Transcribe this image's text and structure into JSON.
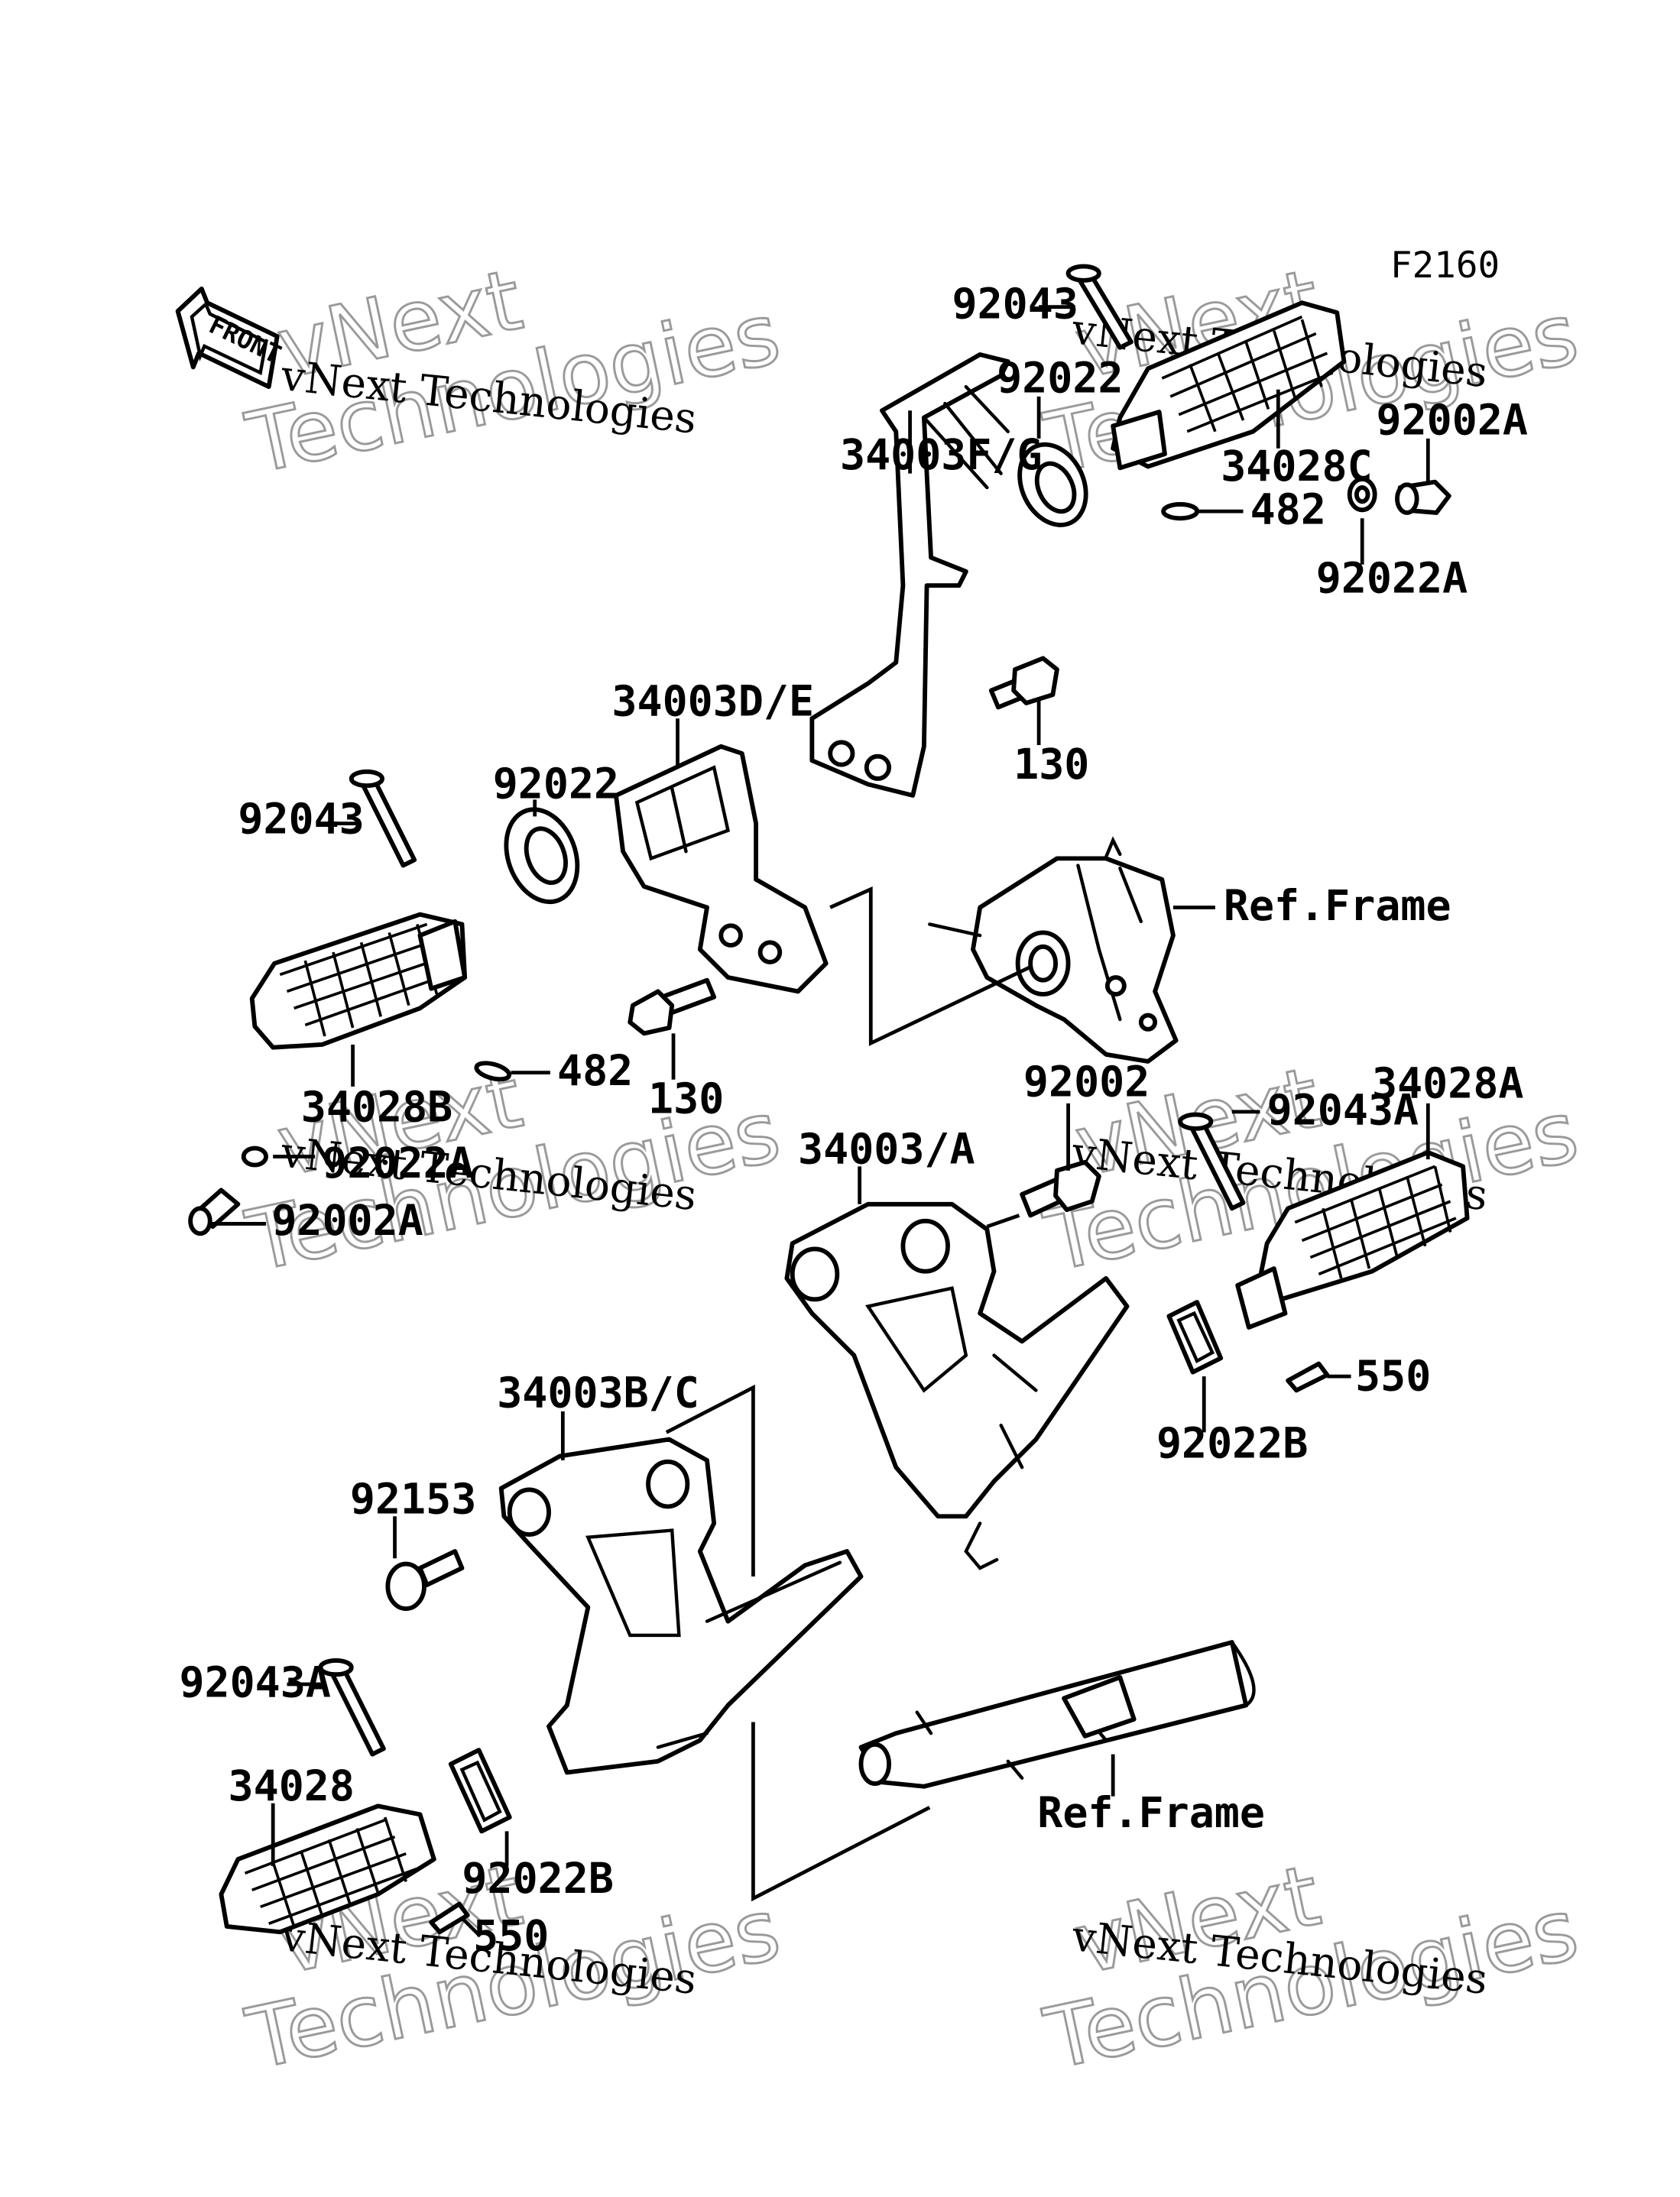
{
  "diagram": {
    "figure_code": "F2160",
    "front_arrow_text": "FRONT",
    "labels": {
      "l_92043_top": "92043",
      "l_92022_top": "92022",
      "l_34028C": "34028C",
      "l_92002A_top": "92002A",
      "l_482_top": "482",
      "l_92022A_top": "92022A",
      "l_34003FG": "34003F/G",
      "l_130_top": "130",
      "l_34003DE": "34003D/E",
      "l_92022_mid": "92022",
      "l_92043_mid": "92043",
      "l_refframe_top": "Ref.Frame",
      "l_34028B": "34028B",
      "l_482_mid": "482",
      "l_130_mid": "130",
      "l_92002": "92002",
      "l_92043A_right": "92043A",
      "l_34028A": "34028A",
      "l_34003A": "34003/A",
      "l_92022A_left": "92022A",
      "l_92002A_left": "92002A",
      "l_550_right": "550",
      "l_92022B_right": "92022B",
      "l_34003BC": "34003B/C",
      "l_92153": "92153",
      "l_92043A_left": "92043A",
      "l_34028": "34028",
      "l_92022B_left": "92022B",
      "l_550_left": "550",
      "l_refframe_bottom": "Ref.Frame"
    },
    "watermark": {
      "brand": "vNext Technologies",
      "line1": "vNext",
      "line2": "Technologies"
    }
  }
}
